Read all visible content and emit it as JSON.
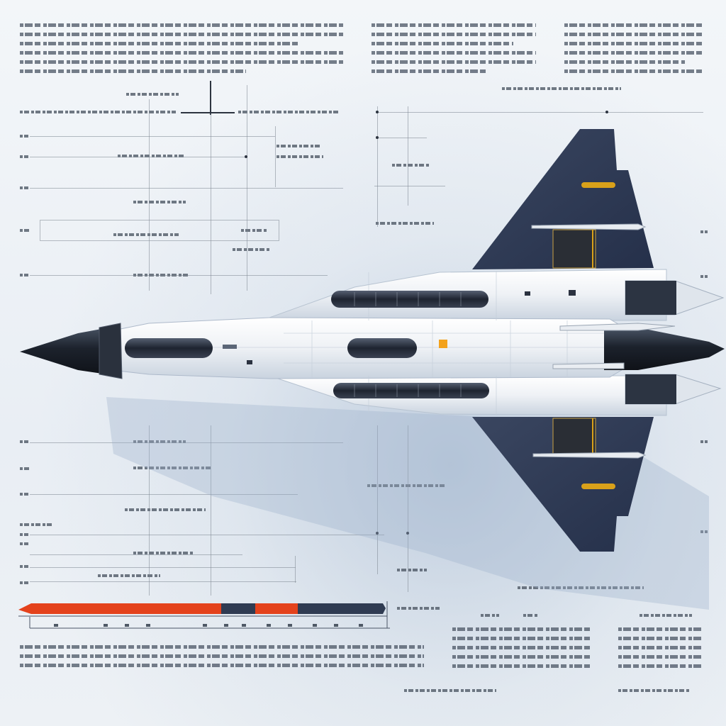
{
  "palette": {
    "background": "#eef2f6",
    "navy": "#2f3b52",
    "fuselage": "#f4f6f9",
    "accent_orange": "#e4421c",
    "accent_amber": "#d9a11a",
    "marker_orange": "#f3a21c"
  },
  "scale_bar": {
    "segments": [
      "red",
      "navy",
      "red",
      "navy"
    ]
  },
  "icons": [
    "aircraft-icon",
    "nose-cone-icon",
    "engine-nozzle-icon",
    "missile-icon",
    "scale-bar-icon"
  ]
}
